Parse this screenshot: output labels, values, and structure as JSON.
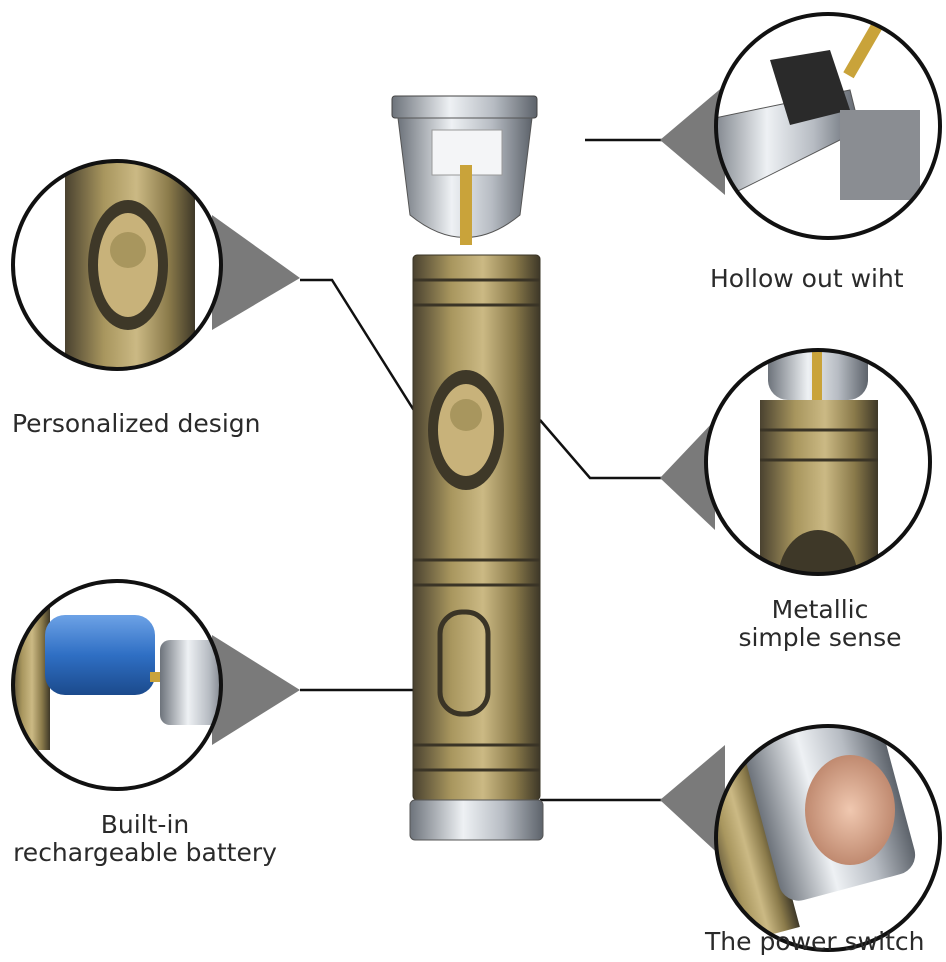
{
  "labels": {
    "hollow": "Hollow out wiht",
    "personalized": "Personalized design",
    "metallic_line1": "Metallic",
    "metallic_line2": "simple sense",
    "battery_line1": "Built-in",
    "battery_line2": "rechargeable battery",
    "power": "The power switch"
  },
  "colors": {
    "bronze": "#8a7a4a",
    "bronze_dark": "#4a4230",
    "silver": "#c8ccd2",
    "battery_blue": "#2f6fc4",
    "pointer_gray": "#7a7a7a",
    "line": "#111111"
  }
}
